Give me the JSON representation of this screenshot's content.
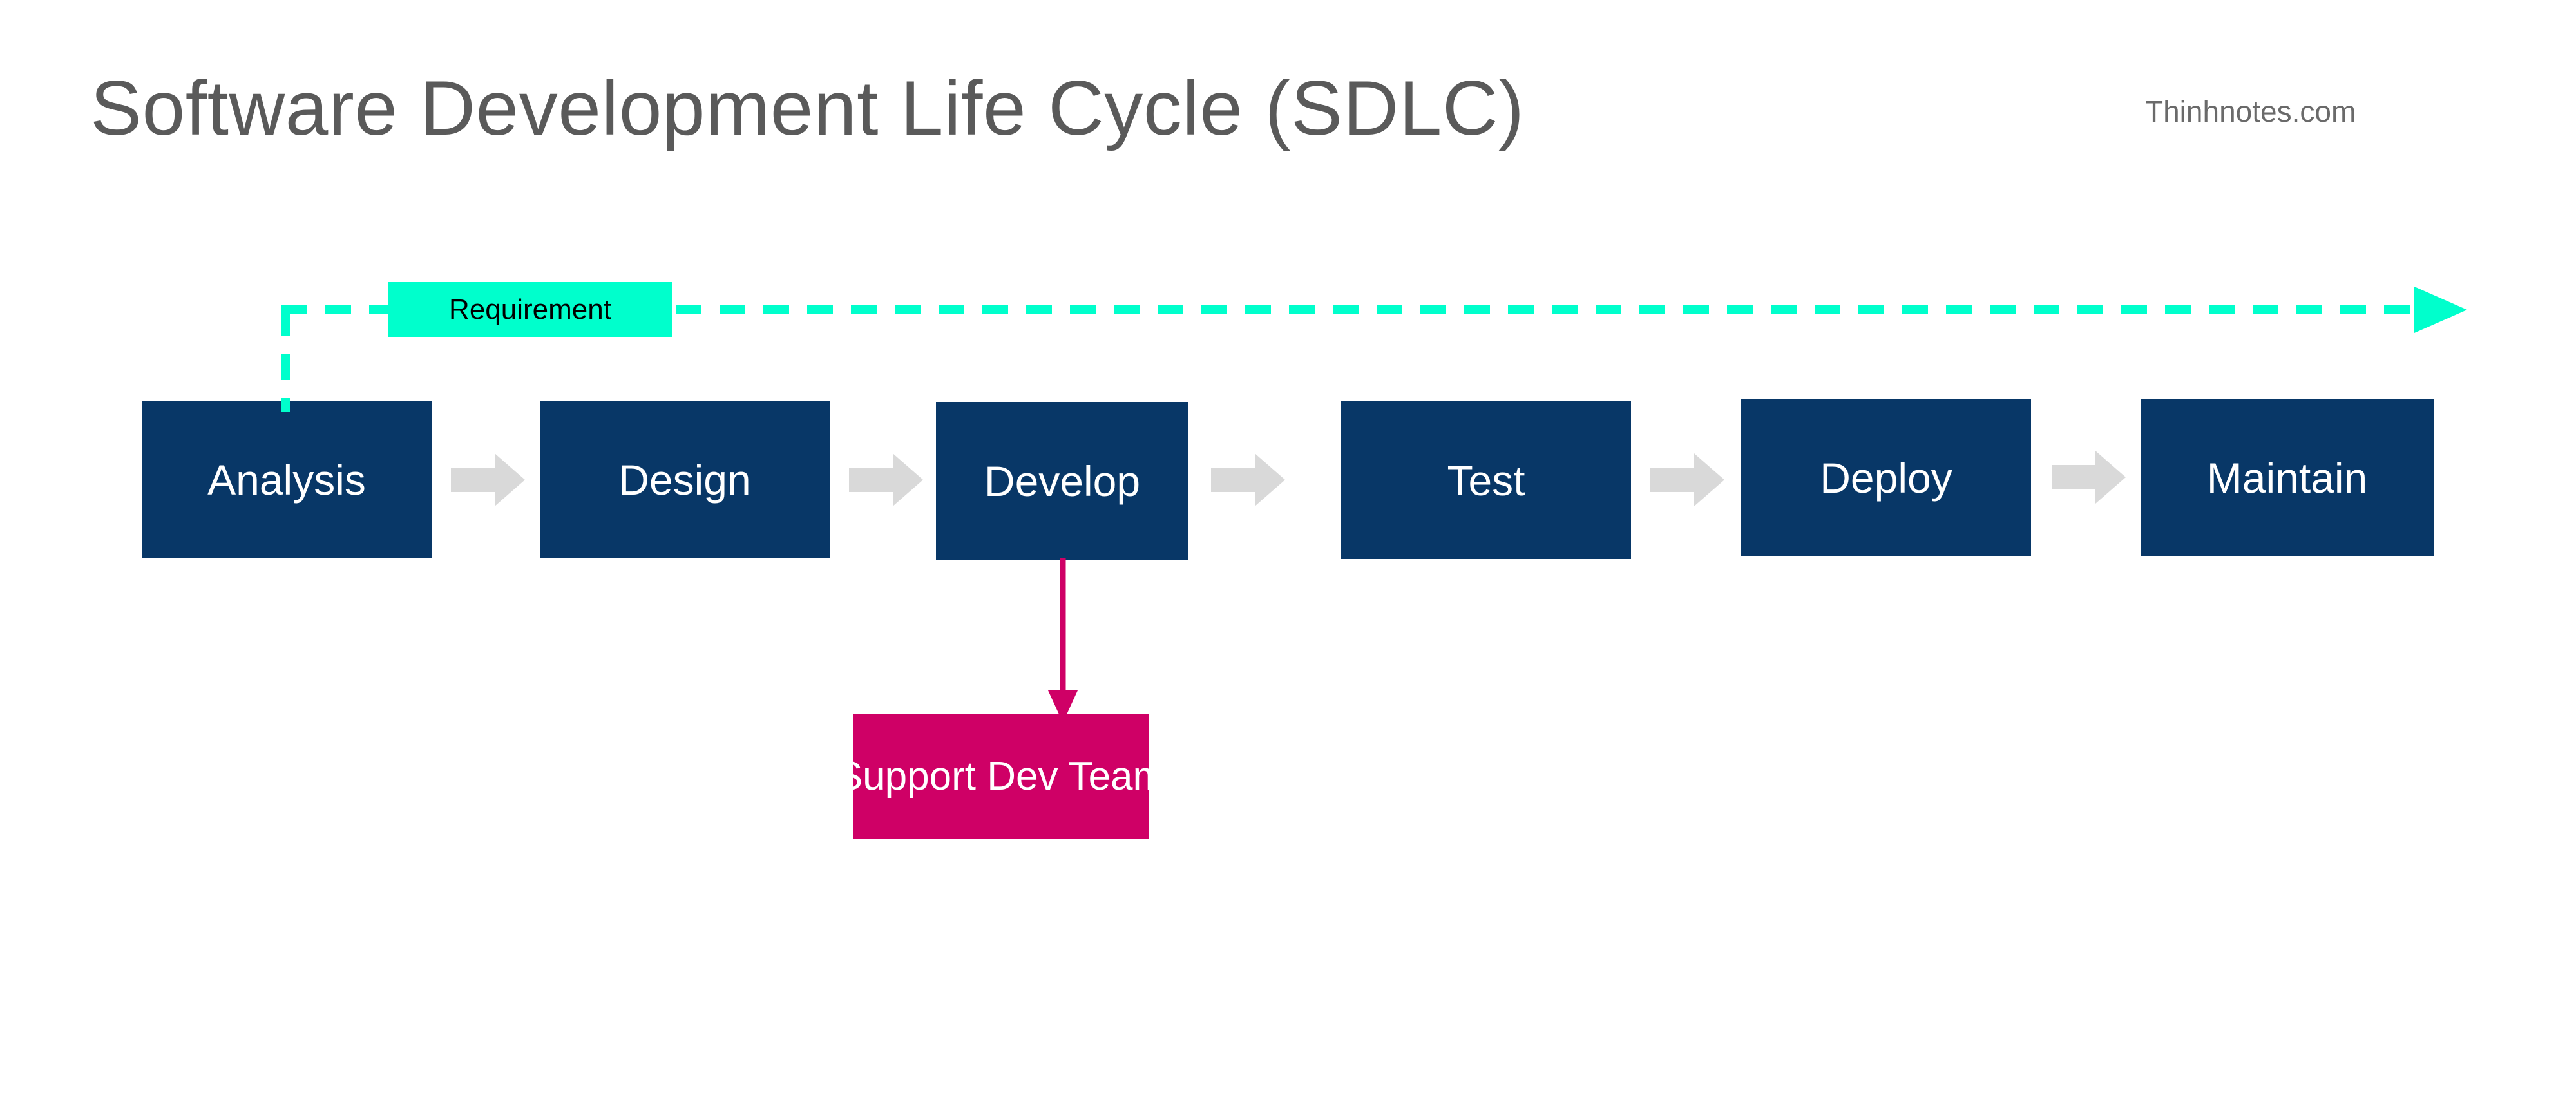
{
  "header": {
    "title": "Software Development Life Cycle (SDLC)",
    "watermark": "Thinhnotes.com"
  },
  "diagram": {
    "feedback_label": "Requirement",
    "stages": [
      {
        "label": "Analysis"
      },
      {
        "label": "Design"
      },
      {
        "label": "Develop"
      },
      {
        "label": "Test"
      },
      {
        "label": "Deploy"
      },
      {
        "label": "Maintain"
      }
    ],
    "support_node": {
      "label": "Support Dev Team"
    },
    "connector_labels": {
      "arrow_1": "",
      "arrow_2": "",
      "arrow_3": "",
      "arrow_4": "",
      "arrow_5": ""
    }
  },
  "colors": {
    "stage_fill": "#083767",
    "stage_text": "#ffffff",
    "support_fill": "#cf0066",
    "support_text": "#ffffff",
    "feedback_accent": "#00ffcc",
    "feedback_text": "#000000",
    "connector_arrow": "#d9d9d9",
    "support_connector": "#cf0066",
    "title_text": "#5a5a5a",
    "watermark_text": "#6a6a6a",
    "background": "#ffffff"
  }
}
